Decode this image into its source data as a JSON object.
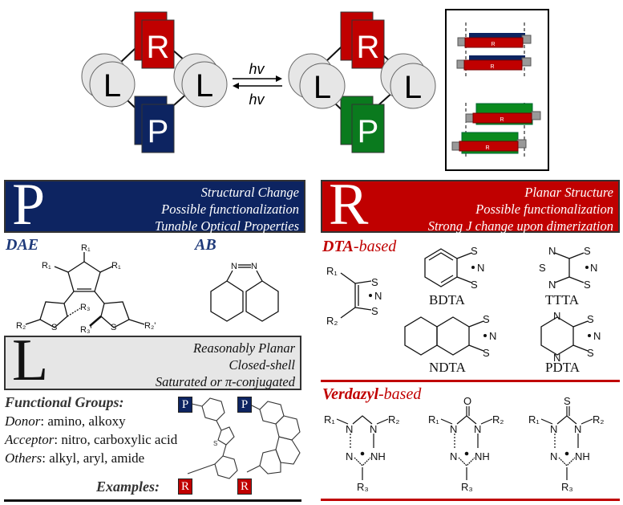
{
  "top_diagram": {
    "left_assembly": {
      "top_block": "R",
      "bottom_block": "P",
      "left_node": "L",
      "right_node": "L",
      "p_color": "#0d2461"
    },
    "right_assembly": {
      "top_block": "R",
      "bottom_block": "P",
      "left_node": "L",
      "right_node": "L",
      "p_color": "#0a7a1e"
    },
    "arrow_top_label": "hv",
    "arrow_bottom_label": "hv",
    "stack_box": {
      "block_label": "R"
    }
  },
  "colors": {
    "navy": "#0d2461",
    "red": "#c00000",
    "green": "#0a7a1e",
    "node_gray": "#e6e6e6"
  },
  "p_section": {
    "letter": "P",
    "properties": [
      "Structural Change",
      "Possible functionalization",
      "Tunable Optical Properties"
    ],
    "molecules": [
      {
        "name": "DAE",
        "atoms": [
          "R1",
          "R1",
          "R1",
          "R3",
          "R2",
          "S",
          "R3'",
          "S",
          "R2'"
        ]
      },
      {
        "name": "AB",
        "atoms": [
          "N=N"
        ]
      }
    ]
  },
  "r_section": {
    "letter": "R",
    "properties": [
      "Planar Structure",
      "Possible functionalization",
      "Strong J change upon dimerization"
    ],
    "dta_heading_bold": "DTA",
    "dta_heading_rest": "-based",
    "dta_molecules": [
      "BDTA",
      "TTTA",
      "NDTA",
      "PDTA"
    ],
    "verdazyl_heading_bold": "Verdazyl",
    "verdazyl_heading_rest": "-based",
    "verdazyl_substituents": [
      "",
      "O",
      "S"
    ]
  },
  "l_section": {
    "letter": "L",
    "properties": [
      "Reasonably Planar",
      "Closed-shell",
      "Saturated or π-conjugated"
    ],
    "functional_groups_title": "Functional Groups:",
    "groups": [
      {
        "label": "Donor",
        "values": ": amino, alkoxy"
      },
      {
        "label": "Acceptor",
        "values": ": nitro, carboxylic acid"
      },
      {
        "label": "Others",
        "values": ": alkyl, aryl, amide"
      }
    ],
    "examples_label": "Examples:",
    "example_tags": [
      "P",
      "R",
      "P",
      "R"
    ]
  }
}
